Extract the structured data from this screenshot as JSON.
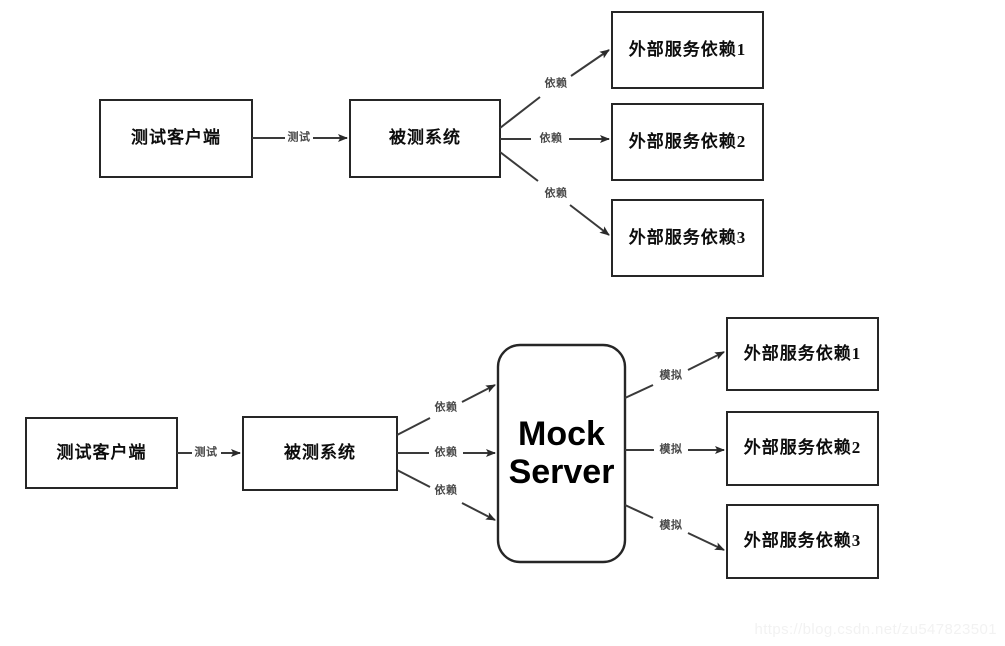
{
  "diagram": {
    "type": "flow-diagram",
    "background": "#ffffff",
    "box_stroke": "#262626",
    "edge_stroke": "#3a3a3a",
    "sections": [
      {
        "id": "without-mock",
        "nodes": [
          {
            "id": "top-test-client",
            "label": "测试客户端",
            "shape": "rect"
          },
          {
            "id": "top-sut",
            "label": "被测系统",
            "shape": "rect"
          },
          {
            "id": "top-external-1",
            "label": "外部服务依赖1",
            "shape": "rect"
          },
          {
            "id": "top-external-2",
            "label": "外部服务依赖2",
            "shape": "rect"
          },
          {
            "id": "top-external-3",
            "label": "外部服务依赖3",
            "shape": "rect"
          }
        ],
        "edges": [
          {
            "from": "top-test-client",
            "to": "top-sut",
            "label": "测试"
          },
          {
            "from": "top-sut",
            "to": "top-external-1",
            "label": "依赖"
          },
          {
            "from": "top-sut",
            "to": "top-external-2",
            "label": "依赖"
          },
          {
            "from": "top-sut",
            "to": "top-external-3",
            "label": "依赖"
          }
        ]
      },
      {
        "id": "with-mock",
        "nodes": [
          {
            "id": "bot-test-client",
            "label": "测试客户端",
            "shape": "rect"
          },
          {
            "id": "bot-sut",
            "label": "被测系统",
            "shape": "rect"
          },
          {
            "id": "bot-mock-server",
            "label": "Mock Server",
            "label_line1": "Mock",
            "label_line2": "Server",
            "shape": "rounded-rect"
          },
          {
            "id": "bot-external-1",
            "label": "外部服务依赖1",
            "shape": "rect"
          },
          {
            "id": "bot-external-2",
            "label": "外部服务依赖2",
            "shape": "rect"
          },
          {
            "id": "bot-external-3",
            "label": "外部服务依赖3",
            "shape": "rect"
          }
        ],
        "edges": [
          {
            "from": "bot-test-client",
            "to": "bot-sut",
            "label": "测试"
          },
          {
            "from": "bot-sut",
            "to": "bot-mock-server",
            "label": "依赖"
          },
          {
            "from": "bot-sut",
            "to": "bot-mock-server",
            "label": "依赖"
          },
          {
            "from": "bot-sut",
            "to": "bot-mock-server",
            "label": "依赖"
          },
          {
            "from": "bot-mock-server",
            "to": "bot-external-1",
            "label": "模拟"
          },
          {
            "from": "bot-mock-server",
            "to": "bot-external-2",
            "label": "模拟"
          },
          {
            "from": "bot-mock-server",
            "to": "bot-external-3",
            "label": "模拟"
          }
        ]
      }
    ]
  },
  "watermark": {
    "text": "https://blog.csdn.net/zu547823501"
  }
}
